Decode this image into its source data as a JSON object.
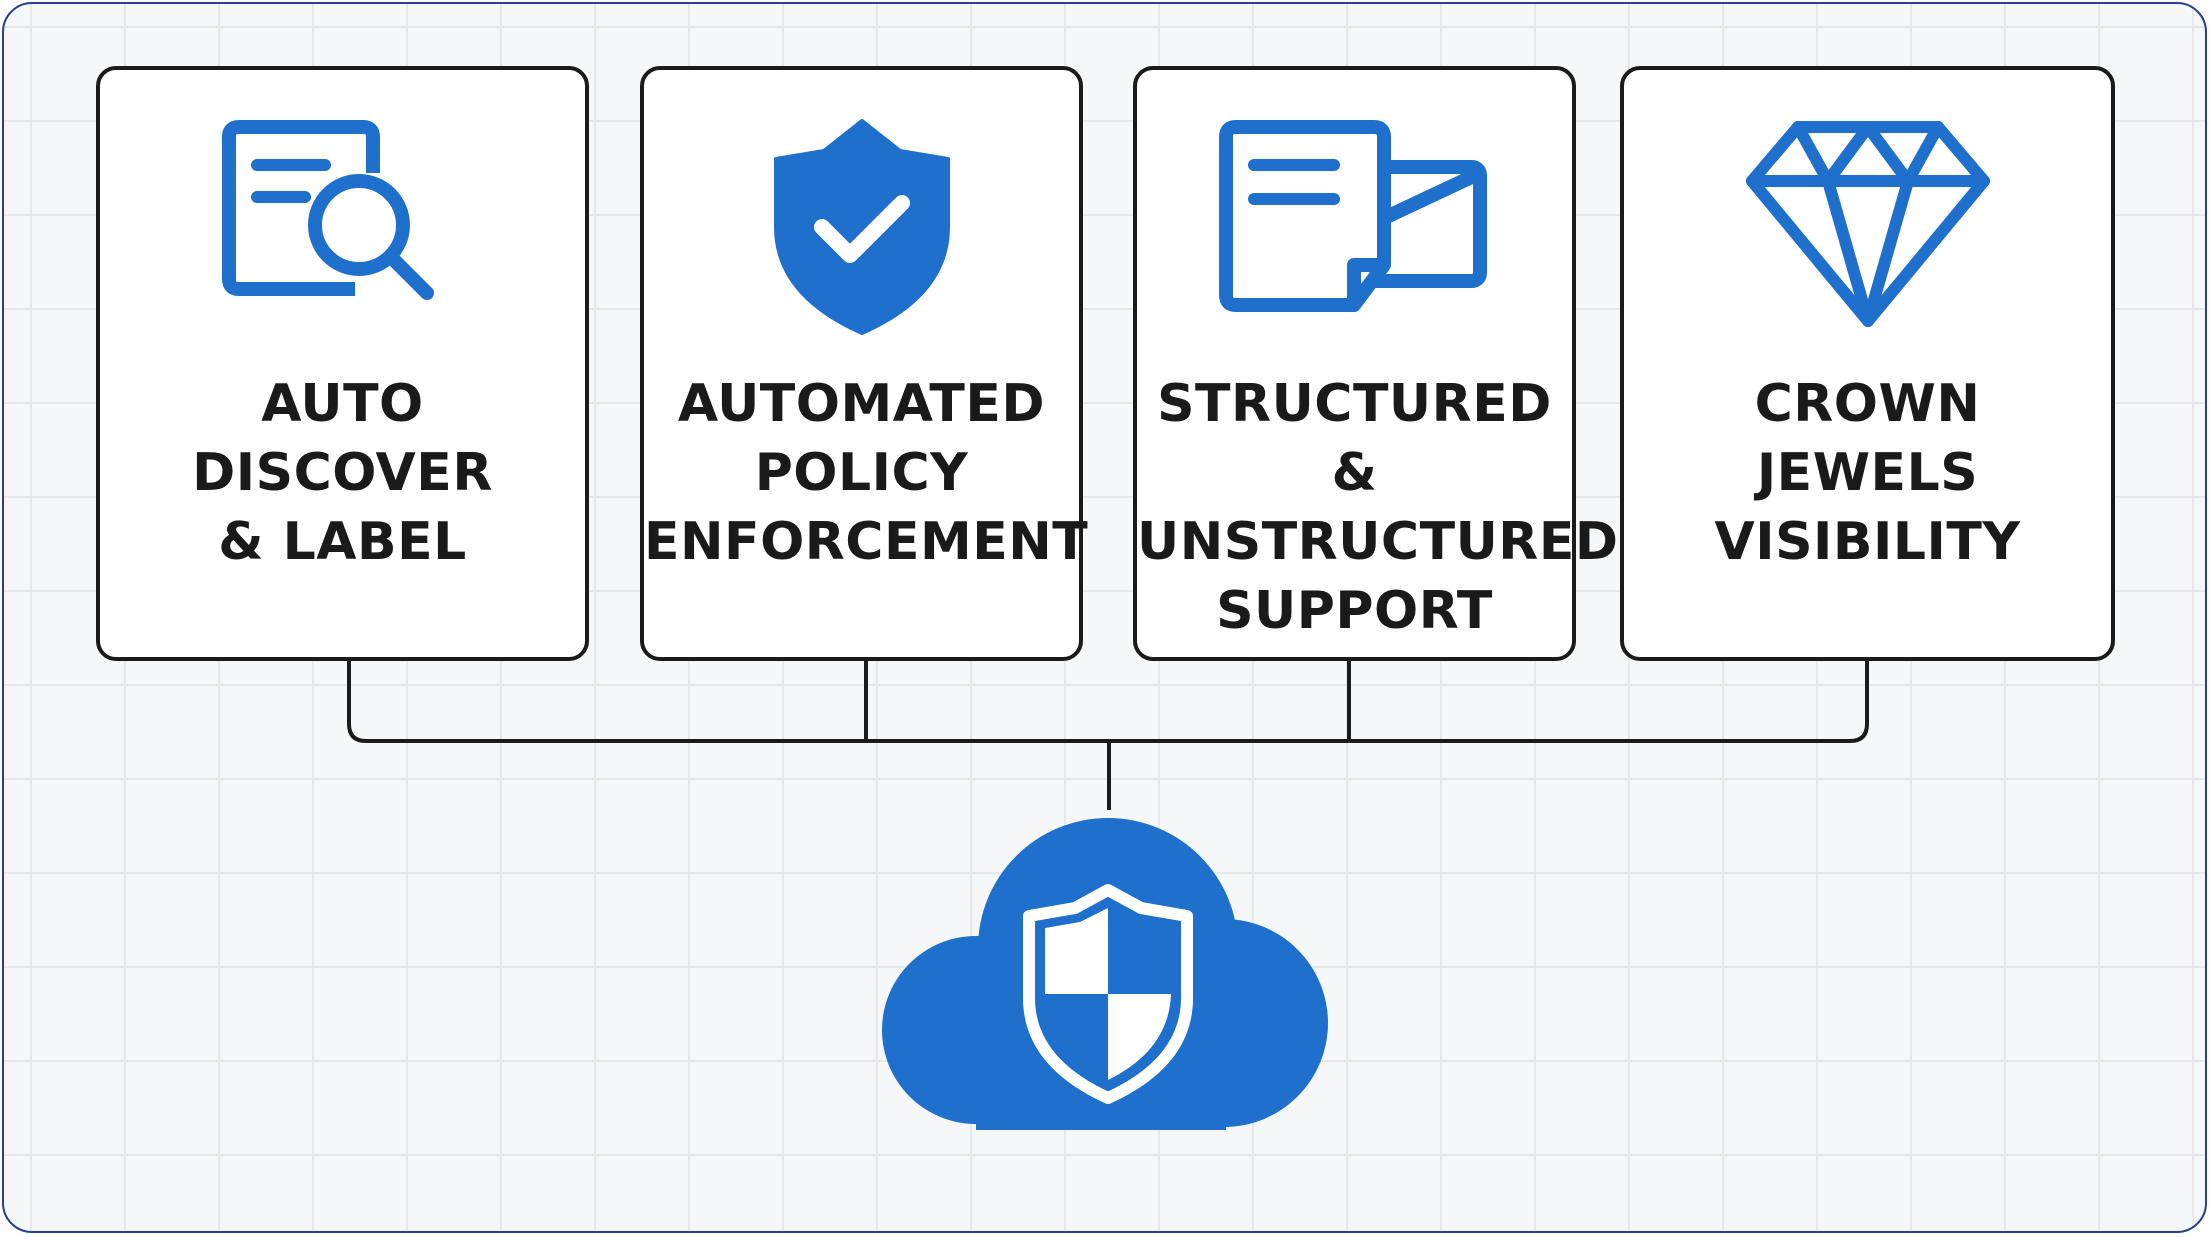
{
  "colors": {
    "accent_blue": "#1f6fcc",
    "line": "#1b1b1b",
    "card_bg": "#ffffff",
    "frame_border": "#2a3d8f"
  },
  "cards": [
    {
      "label_lines": [
        "AUTO",
        "DISCOVER",
        "& LABEL"
      ],
      "icon": "document-search-icon"
    },
    {
      "label_lines": [
        "AUTOMATED",
        "POLICY",
        "ENFORCEMENT"
      ],
      "icon": "shield-check-icon"
    },
    {
      "label_lines": [
        "STRUCTURED",
        "&",
        "UNSTRUCTURED",
        "SUPPORT"
      ],
      "icon": "document-envelope-icon"
    },
    {
      "label_lines": [
        "CROWN",
        "JEWELS",
        "VISIBILITY"
      ],
      "icon": "diamond-icon"
    }
  ],
  "hub": {
    "icon": "cloud-shield-icon"
  }
}
